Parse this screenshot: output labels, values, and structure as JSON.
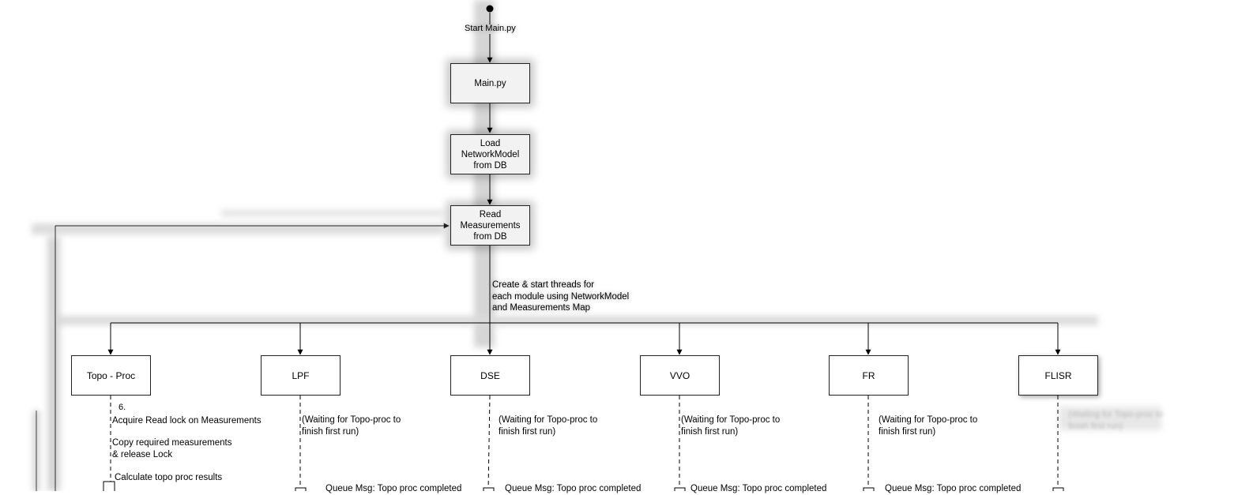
{
  "start": {
    "label": "Start Main.py"
  },
  "nodes": {
    "main": "Main.py",
    "load_network_model": "Load\nNetworkModel\nfrom DB",
    "read_measurements": "Read\nMeasurements\nfrom DB"
  },
  "fork_label": "Create & start threads for\neach module using NetworkModel\nand Measurements Map",
  "modules": {
    "topo_proc": "Topo - Proc",
    "lpf": "LPF",
    "dse": "DSE",
    "vvo": "VVO",
    "fr": "FR",
    "flisr": "FLISR"
  },
  "topo_proc_steps": {
    "step_number": "6.",
    "acquire_lock": "Acquire Read lock on Measurements",
    "copy_release": "Copy required measurements\n& release Lock",
    "calculate": "Calculate topo proc results"
  },
  "waiting_text": "(Waiting for Topo-proc to\nfinish first run)",
  "queue_msg": "Queue Msg: Topo proc completed",
  "flisr_faded_text": "(Waiting for Topo-proc to\nfinish first run)"
}
